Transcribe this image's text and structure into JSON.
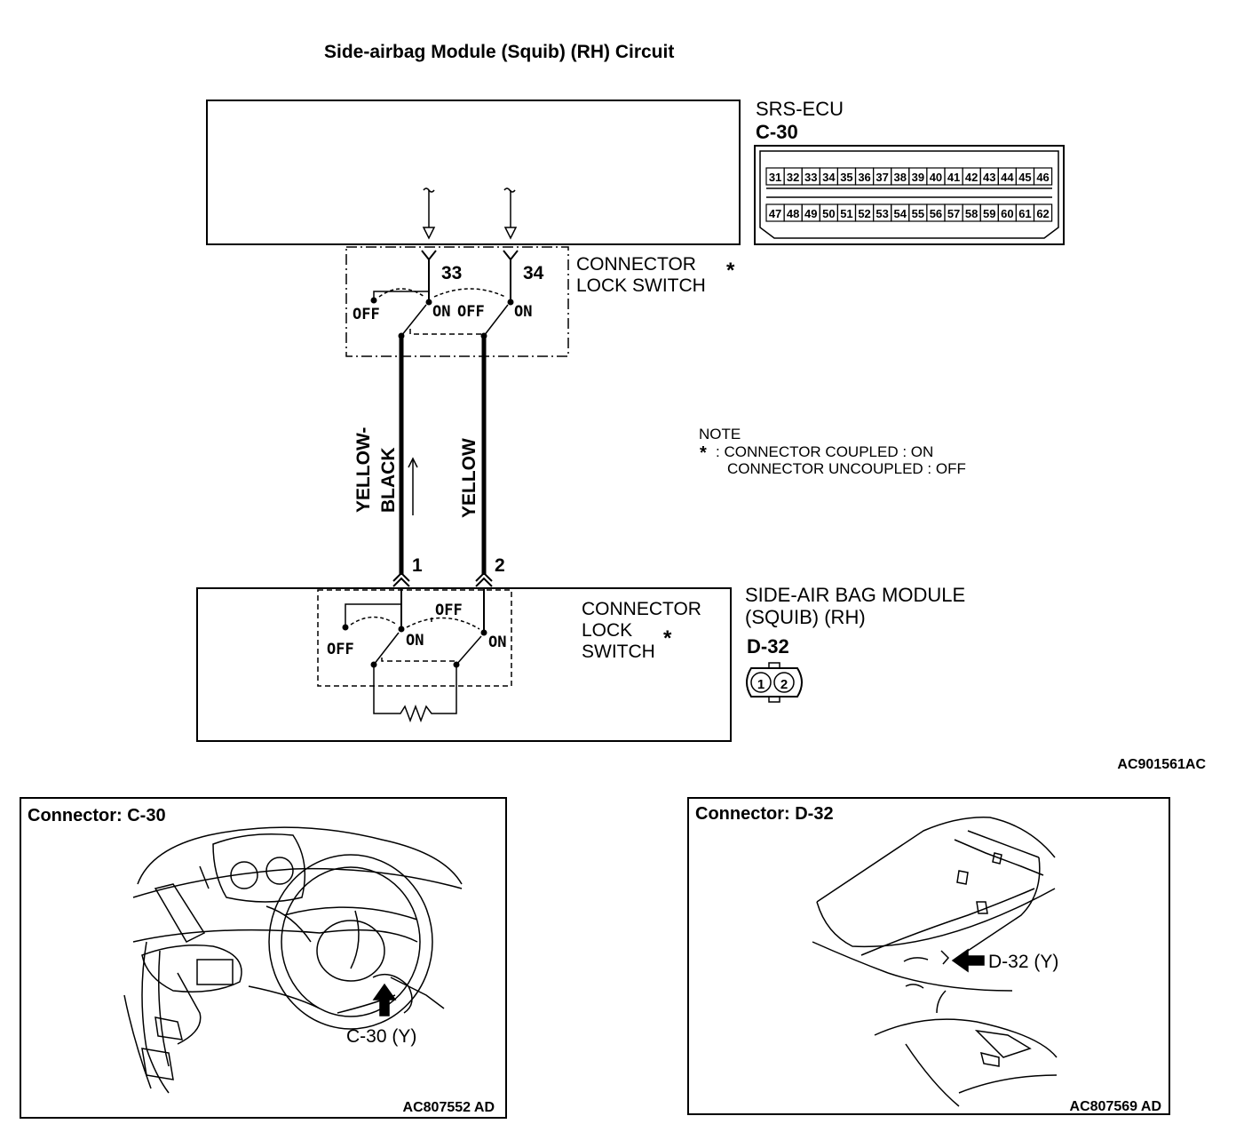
{
  "title": "Side-airbag Module (Squib) (RH) Circuit",
  "ecu": {
    "name": "SRS-ECU",
    "connector_id": "C-30",
    "pins_row1": [
      "31",
      "32",
      "33",
      "34",
      "35",
      "36",
      "37",
      "38",
      "39",
      "40",
      "41",
      "42",
      "43",
      "44",
      "45",
      "46"
    ],
    "pins_row2": [
      "47",
      "48",
      "49",
      "50",
      "51",
      "52",
      "53",
      "54",
      "55",
      "56",
      "57",
      "58",
      "59",
      "60",
      "61",
      "62"
    ]
  },
  "ecu_pins": {
    "pin_a": "33",
    "pin_b": "34"
  },
  "lock_switch": {
    "label_line1": "CONNECTOR",
    "label_line2": "LOCK SWITCH",
    "star": "*"
  },
  "switch_states": {
    "off": "OFF",
    "on": "ON"
  },
  "wires": {
    "wire1_line1": "YELLOW-",
    "wire1_line2": "BLACK",
    "wire2": "YELLOW"
  },
  "module_pins": {
    "pin_1": "1",
    "pin_2": "2"
  },
  "module": {
    "name_line1": "SIDE-AIR BAG MODULE",
    "name_line2": "(SQUIB) (RH)",
    "connector_id": "D-32",
    "lock_line1": "CONNECTOR",
    "lock_line2": "LOCK",
    "lock_line3": "SWITCH",
    "star": "*",
    "pin_1": "1",
    "pin_2": "2"
  },
  "note": {
    "heading": "NOTE",
    "star": "*",
    "line1": ": CONNECTOR COUPLED : ON",
    "line2": "CONNECTOR UNCOUPLED : OFF"
  },
  "diagram_code": "AC901561AC",
  "panel_left": {
    "title": "Connector: C-30",
    "callout": "C-30 (Y)",
    "code": "AC807552 AD"
  },
  "panel_right": {
    "title": "Connector: D-32",
    "callout": "D-32 (Y)",
    "code": "AC807569 AD"
  }
}
